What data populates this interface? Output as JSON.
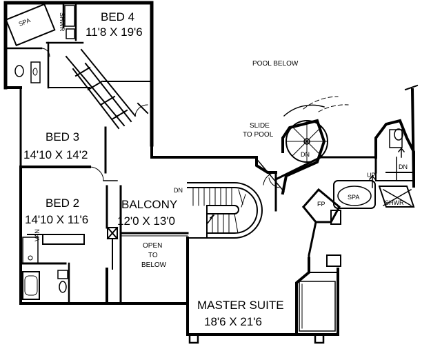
{
  "rooms": {
    "bed4": {
      "name": "BED 4",
      "size": "11'8 X 19'6"
    },
    "bed3": {
      "name": "BED 3",
      "size": "14'10 X 14'2"
    },
    "bed2": {
      "name": "BED 2",
      "size": "14'10 X 11'6"
    },
    "balcony": {
      "name": "BALCONY",
      "size": "12'0 X 13'0"
    },
    "master": {
      "name": "MASTER SUITE",
      "size": "18'6 X 21'6"
    }
  },
  "labels": {
    "pool_below": "POOL BELOW",
    "slide_line1": "SLIDE",
    "slide_line2": "TO POOL",
    "open_line1": "OPEN",
    "open_line2": "TO",
    "open_line3": "BELOW",
    "spa": "SPA",
    "shwr": "SHWR",
    "van": "VAN",
    "fp": "FP",
    "up": "UP",
    "dn": "DN"
  }
}
